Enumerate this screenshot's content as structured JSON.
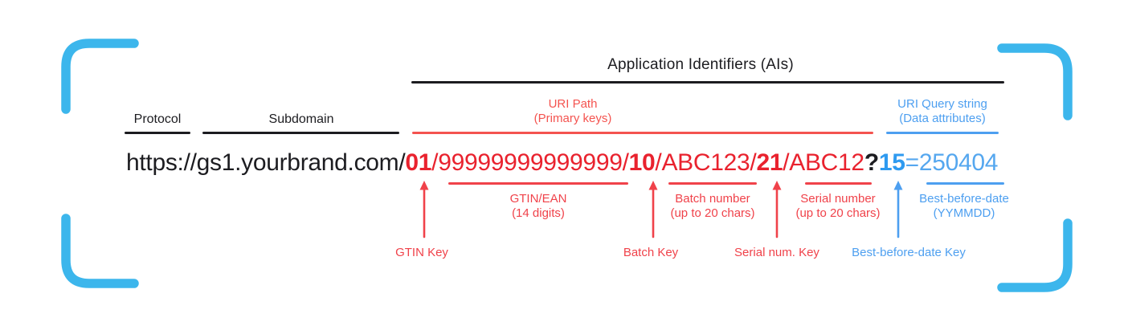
{
  "palette": {
    "background": "#ffffff",
    "ink": "#1c1c20",
    "url-red": "#e9222e",
    "annotation-red": "#f0424a",
    "path-red": "#f4534f",
    "label-blue": "#4d9ff0",
    "ai-blue-bold": "#2e9af0",
    "value-blue": "#55a7ef",
    "bracket-blue": "#3cb6ec"
  },
  "header": {
    "title": "Application Identifiers (AIs)"
  },
  "columns": {
    "protocol": {
      "label": "Protocol"
    },
    "subdomain": {
      "label": "Subdomain"
    },
    "uri_path": {
      "label": "URI Path",
      "sublabel": "(Primary keys)"
    },
    "uri_query": {
      "label": "URI Query string",
      "sublabel": "(Data attributes)"
    }
  },
  "url": {
    "full": "https://gs1.yourbrand.com/01/99999999999999/10/ABC123/21/ABC12?15=250404",
    "segments": [
      {
        "text": "https://gs1.yourbrand.com/",
        "part": "protocol-and-subdomain"
      },
      {
        "text": "01",
        "part": "ai-gtin"
      },
      {
        "text": "/99999999999999/",
        "part": "gtin-value"
      },
      {
        "text": "10",
        "part": "ai-batch"
      },
      {
        "text": "/ABC123/",
        "part": "batch-value"
      },
      {
        "text": "21",
        "part": "ai-serial"
      },
      {
        "text": "/ABC12",
        "part": "serial-value"
      },
      {
        "text": "?",
        "part": "query-separator"
      },
      {
        "text": "15",
        "part": "ai-best-before-date"
      },
      {
        "text": "=250404",
        "part": "best-before-date-value"
      }
    ]
  },
  "annotations": {
    "gtin": {
      "label": "GTIN/EAN",
      "sublabel": "(14 digits)"
    },
    "batch": {
      "label": "Batch number",
      "sublabel": "(up to 20 chars)"
    },
    "serial": {
      "label": "Serial number",
      "sublabel": "(up to 20 chars)"
    },
    "best_before": {
      "label": "Best-before-date",
      "sublabel": "(YYMMDD)"
    }
  },
  "keys": {
    "gtin": {
      "label": "GTIN Key"
    },
    "batch": {
      "label": "Batch Key"
    },
    "serial": {
      "label": "Serial num. Key"
    },
    "best_before": {
      "label": "Best-before-date Key"
    }
  }
}
